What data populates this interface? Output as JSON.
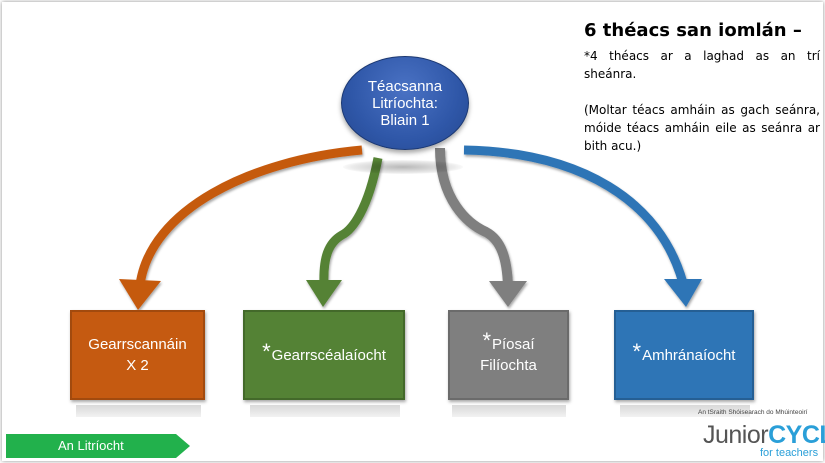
{
  "hub": {
    "lines": [
      "Téacsanna",
      "Litríochta:",
      "Bliain 1"
    ]
  },
  "boxes": [
    {
      "prefix": "",
      "lines": [
        "Gearrscannáin",
        "X 2"
      ]
    },
    {
      "prefix": "*",
      "lines": [
        "Gearrscéalaíocht"
      ]
    },
    {
      "prefix": "*",
      "lines": [
        "Píosaí",
        "Filíochta"
      ]
    },
    {
      "prefix": "*",
      "lines": [
        "Amhránaíocht"
      ]
    }
  ],
  "side": {
    "title": "6 théacs san iomlán –",
    "para1": "*4 théacs ar a laghad as an trí sheánra.",
    "para2": "(Moltar téacs amháin as gach seánra, móide téacs amháin eile as seánra ar bith acu.)"
  },
  "tag": {
    "label": "An Litríocht"
  },
  "logo": {
    "top_text": "An tSraith Shóisearach do Mhúinteoirí",
    "junior": "Junior",
    "cycle": "CYCLE",
    "sub": "for teachers"
  },
  "colors": {
    "orange": "#c55a11",
    "green": "#548235",
    "grey": "#7f7f7f",
    "blue": "#2e75b6",
    "hub": "#2f57a8",
    "tag": "#22b14c"
  }
}
